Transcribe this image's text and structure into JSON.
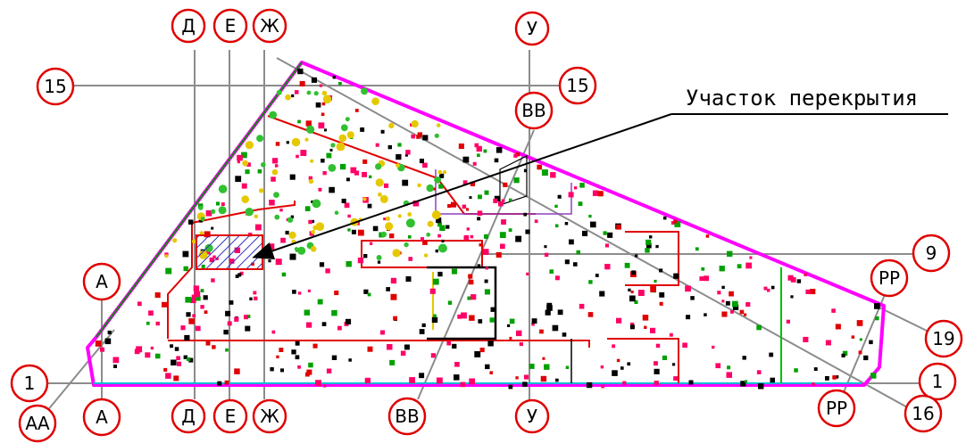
{
  "axes": {
    "d": "Д",
    "e": "Е",
    "zh": "Ж",
    "u": "У",
    "n15": "15",
    "bb": "ВВ",
    "n9": "9",
    "pp": "РР",
    "n19": "19",
    "a": "А",
    "n1": "1",
    "aa": "АА",
    "n16": "16"
  },
  "callout": {
    "label": "Участок перекрытия"
  },
  "colors": {
    "bubble_stroke": "#e00000",
    "outline": "#ff00ff",
    "axis": "#8c8c8c",
    "hatch": "#3030c0"
  }
}
